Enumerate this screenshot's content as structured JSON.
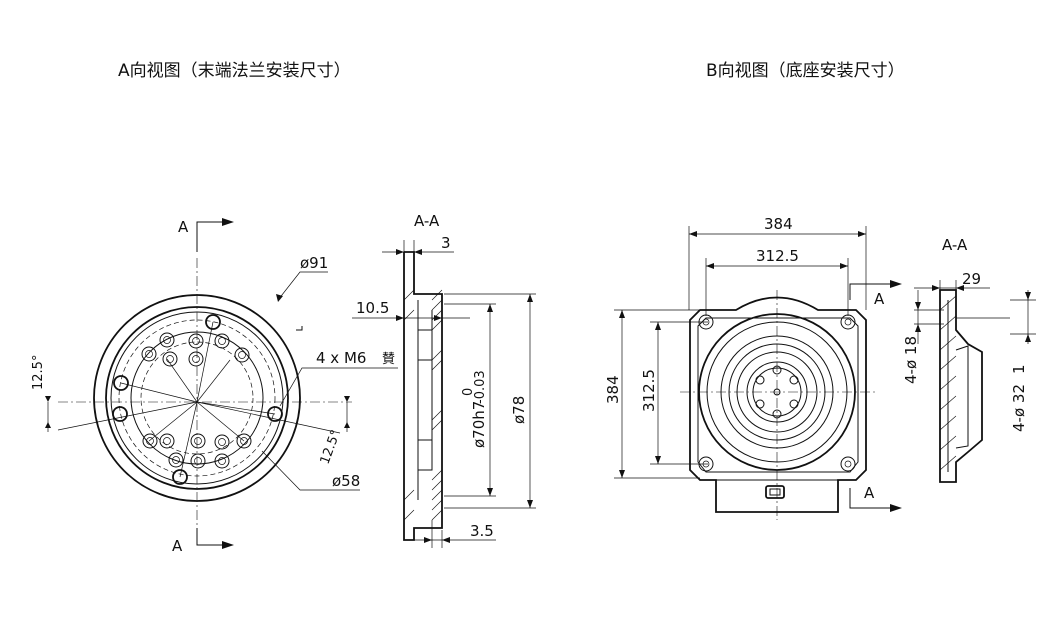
{
  "titles": {
    "view_a": "A向视图（末端法兰安装尺寸）",
    "view_b": "B向视图（底座安装尺寸）"
  },
  "view_a": {
    "section_mark": "A",
    "diameter_91": "ø91",
    "diameter_58": "ø58",
    "thread_callout": "4 x M6",
    "thread_suffix": "賛",
    "angle_left": "12.5°",
    "angle_right": "12.5°",
    "section_title": "A-A",
    "dim_3": "3",
    "dim_10_5": "10.5",
    "dim_70h7": "ø70h7",
    "tol_upper": "0",
    "tol_lower": "-0.03",
    "dim_78": "ø78",
    "dim_3_5": "3.5"
  },
  "view_b": {
    "width_outer": "384",
    "width_inner": "312.5",
    "height_outer": "384",
    "height_inner": "312.5",
    "section_mark": "A",
    "section_title": "A-A",
    "dim_29": "29",
    "hole_18": "4-ø 18",
    "hole_32": "4-ø 32",
    "depth_1": "1"
  }
}
